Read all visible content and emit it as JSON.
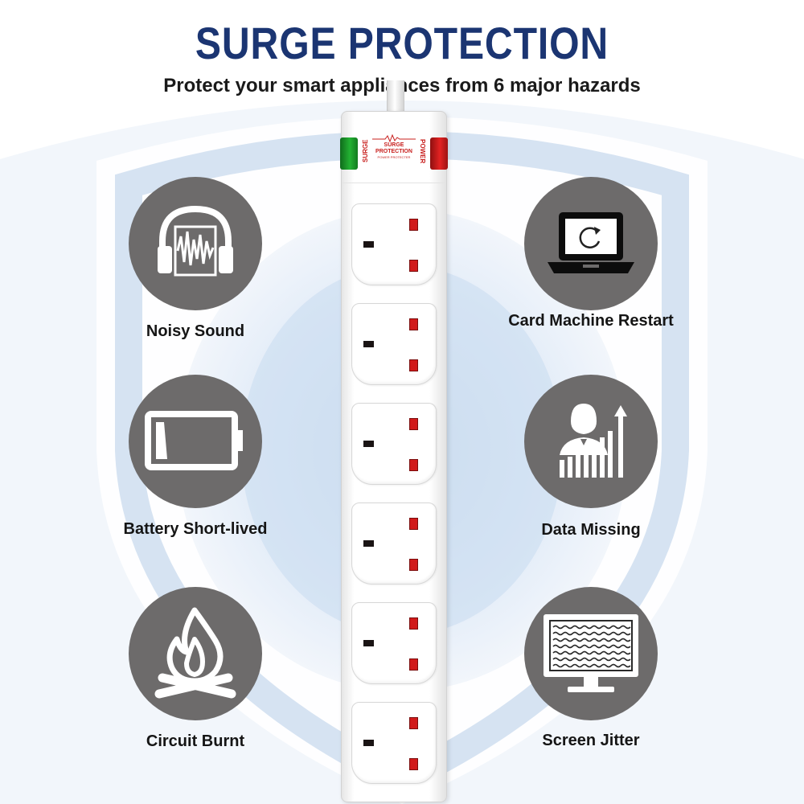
{
  "header": {
    "title": "SURGE PROTECTION",
    "subtitle": "Protect your smart appliances from 6 major hazards"
  },
  "hazards": [
    {
      "label": "Noisy Sound",
      "icon": "headphones-waveform-icon"
    },
    {
      "label": "Card Machine Restart",
      "icon": "laptop-restart-icon"
    },
    {
      "label": "Battery Short-lived",
      "icon": "low-battery-icon"
    },
    {
      "label": "Data Missing",
      "icon": "person-data-chart-icon"
    },
    {
      "label": "Circuit Burnt",
      "icon": "campfire-icon"
    },
    {
      "label": "Screen Jitter",
      "icon": "monitor-jitter-icon"
    }
  ],
  "power_strip": {
    "left_indicator": "SURGE",
    "right_indicator": "POWER",
    "brand_line_1": "SURGE",
    "brand_line_2": "PROTECTION",
    "brand_line_3": "POWER PROTECTER",
    "socket_count": 6,
    "left_switch_color": "#23b233",
    "right_switch_color": "#e32222"
  },
  "colors": {
    "title": "#1b3572",
    "icon_circle": "#6d6b6b",
    "socket_pin": "#d11a1a",
    "shield_glow": "#cfe0f3"
  }
}
